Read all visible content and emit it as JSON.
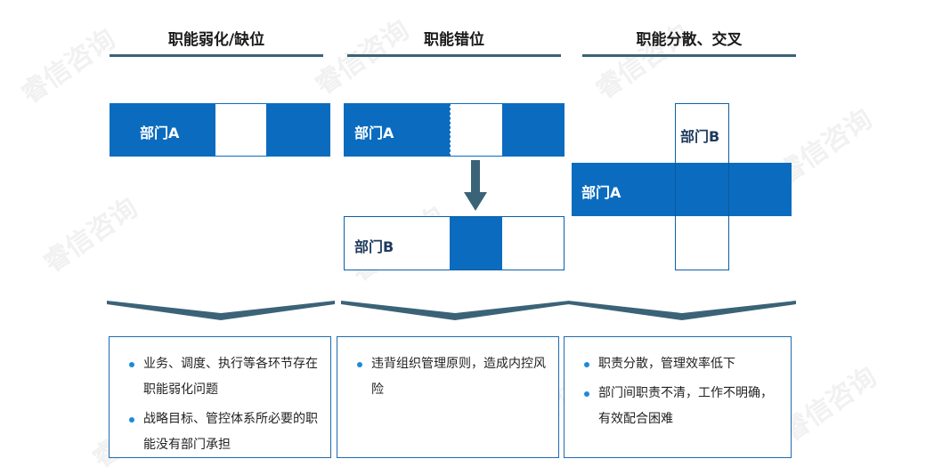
{
  "columns": [
    {
      "title": "职能弱化/缺位",
      "blocks": {
        "a_label": "部门A"
      },
      "points": [
        "业务、调度、执行等各环节存在职能弱化问题",
        "战略目标、管控体系所必要的职能没有部门承担"
      ]
    },
    {
      "title": "职能错位",
      "blocks": {
        "a_label": "部门A",
        "b_label": "部门B"
      },
      "points": [
        "违背组织管理原则，造成内控风险"
      ]
    },
    {
      "title": "职能分散、交叉",
      "blocks": {
        "a_label": "部门A",
        "b_label": "部门B"
      },
      "points": [
        "职责分散，管理效率低下",
        "部门间职责不清，工作不明确，有效配合困难"
      ]
    }
  ],
  "watermark": "睿信咨询",
  "colors": {
    "block_blue": "#0b6cbf",
    "rule": "#3b6377",
    "arrow": "#3b6377",
    "bullet": "#1b8bd6"
  }
}
